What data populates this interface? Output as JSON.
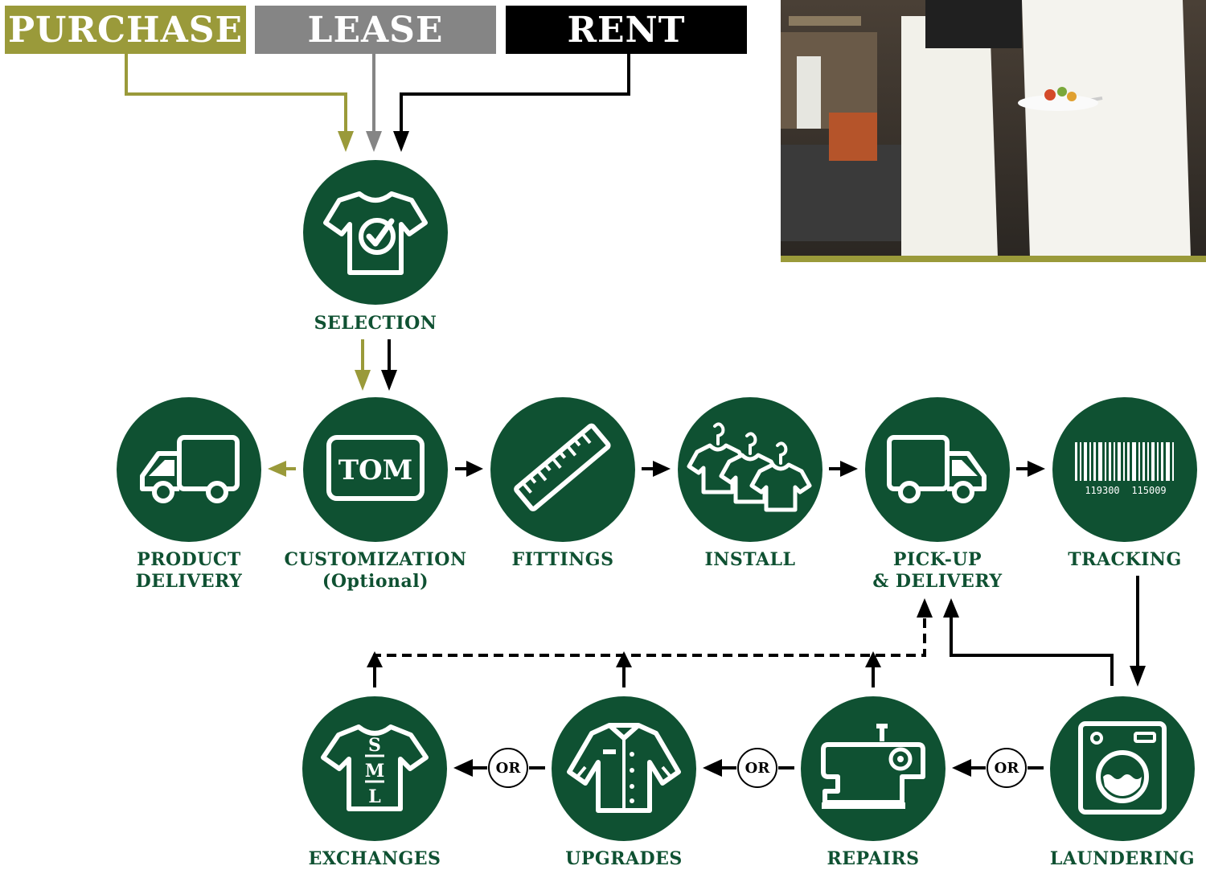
{
  "tabs": {
    "purchase": "PURCHASE",
    "lease": "LEASE",
    "rent": "RENT"
  },
  "steps": {
    "selection": [
      "SELECTION"
    ],
    "product_delivery": [
      "PRODUCT",
      "DELIVERY"
    ],
    "customization": [
      "CUSTOMIZATION",
      "(Optional)"
    ],
    "fittings": [
      "FITTINGS"
    ],
    "install": [
      "INSTALL"
    ],
    "pickup_delivery": [
      "PICK-UP",
      "& DELIVERY"
    ],
    "tracking": [
      "TRACKING"
    ],
    "exchanges": [
      "EXCHANGES"
    ],
    "upgrades": [
      "UPGRADES"
    ],
    "repairs": [
      "REPAIRS"
    ],
    "laundering": [
      "LAUNDERING"
    ]
  },
  "customization_icon_text": "TOM",
  "barcode_numbers": [
    "119300",
    "115009"
  ],
  "or_label": "OR",
  "sizes": [
    "S",
    "M",
    "L"
  ],
  "colors": {
    "purchase": "#9a9a3a",
    "lease": "#858585",
    "rent": "#000000",
    "circle": "#0f5132"
  }
}
